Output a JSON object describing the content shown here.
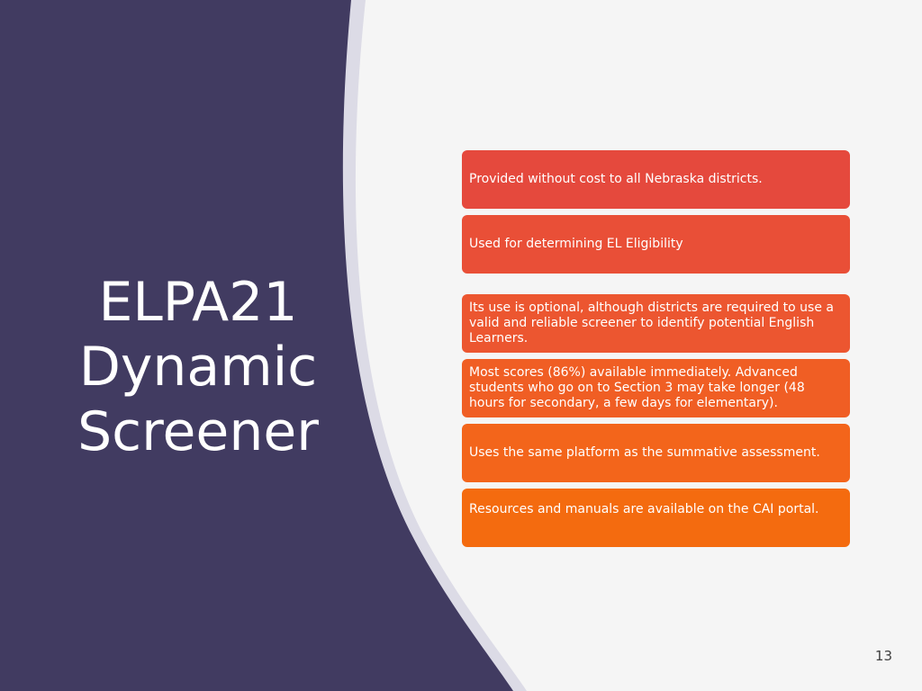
{
  "slide": {
    "title_lines": [
      "ELPA21",
      "Dynamic",
      "Screener"
    ],
    "page_number": "13",
    "colors": {
      "sidebar": "#413b61",
      "sidebar_edge": "#dcdbe6",
      "background": "#f5f5f5",
      "box_gradient": [
        "#e5493d",
        "#e94f37",
        "#ec5630",
        "#f05e24",
        "#f3651b",
        "#f46b0f"
      ]
    }
  },
  "items": [
    {
      "text": "Provided without cost to all Nebraska districts."
    },
    {
      "text": "Used for determining EL Eligibility"
    },
    {
      "text": "Its use is optional, although districts are required to use a valid and reliable screener to identify potential English Learners."
    },
    {
      "text": "Most scores (86%) available immediately. Advanced students who go on to Section 3 may take longer (48 hours for secondary, a few days for elementary)."
    },
    {
      "text": "Uses the same platform as the summative assessment."
    },
    {
      "text": "Resources and manuals are available on the CAI portal."
    }
  ]
}
